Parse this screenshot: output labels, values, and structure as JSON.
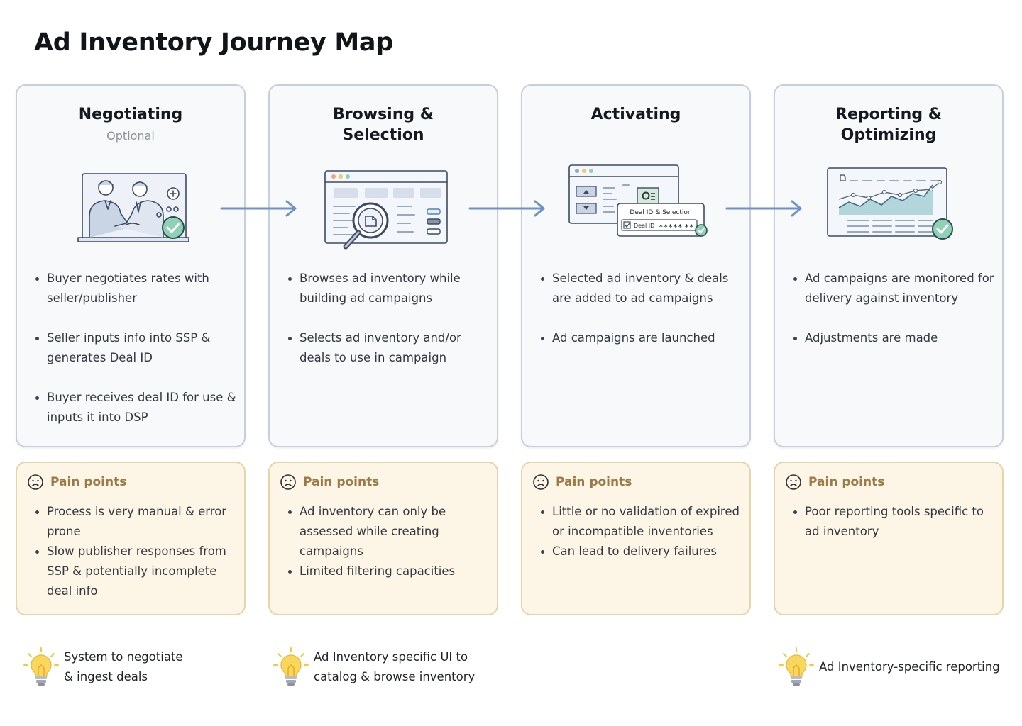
{
  "title": "Ad Inventory Journey Map",
  "colors": {
    "arrow": "#6b93c9",
    "card_border": "#c7cfdd",
    "pain_bg": "#fdf6e7",
    "pain_border": "#e6d4ab",
    "pain_label": "#9a7a45",
    "bulb": "#f6c744",
    "check_badge": "#7fc8a9"
  },
  "stages": [
    {
      "title": "Negotiating",
      "subtitle": "Optional",
      "icon": "negotiation-handshake-illustration",
      "steps": [
        "Buyer negotiates rates with seller/publisher",
        "Seller inputs info into SSP & generates Deal ID",
        "Buyer receives deal ID for use & inputs it into DSP"
      ],
      "pain_label": "Pain points",
      "pains": [
        "Process is very manual & error prone",
        "Slow publisher responses from SSP & potentially incomplete deal info"
      ]
    },
    {
      "title": "Browsing &\nSelection",
      "subtitle": "",
      "icon": "browser-magnifier-illustration",
      "steps": [
        "Browses ad inventory while building ad campaigns",
        "Selects ad inventory and/or deals to use in campaign"
      ],
      "pain_label": "Pain points",
      "pains": [
        "Ad inventory can only be assessed while creating campaigns",
        "Limited filtering capacities"
      ]
    },
    {
      "title": "Activating",
      "subtitle": "",
      "icon": "deal-selection-window-illustration",
      "illus_text": {
        "heading": "Deal ID & Selection",
        "field": "Deal ID",
        "mask": "∗∗∗∗∗ ∗∗"
      },
      "steps": [
        "Selected ad inventory & deals are added to ad campaigns",
        "Ad campaigns are launched"
      ],
      "pain_label": "Pain points",
      "pains": [
        "Little or no validation of expired or incompatible inventories",
        "Can lead to delivery failures"
      ]
    },
    {
      "title": "Reporting &\nOptimizing",
      "subtitle": "",
      "icon": "line-chart-report-illustration",
      "steps": [
        "Ad campaigns are monitored for delivery against inventory",
        "Adjustments are made"
      ],
      "pain_label": "Pain points",
      "pains": [
        "Poor reporting tools specific to ad inventory"
      ]
    }
  ],
  "ideas": [
    {
      "icon": "lightbulb-icon",
      "text": "System to negotiate\n& ingest deals"
    },
    {
      "icon": "lightbulb-icon",
      "text": "Ad Inventory specific UI to\ncatalog & browse inventory"
    },
    {
      "icon": "lightbulb-icon",
      "text": "Ad Inventory-specific reporting"
    }
  ]
}
